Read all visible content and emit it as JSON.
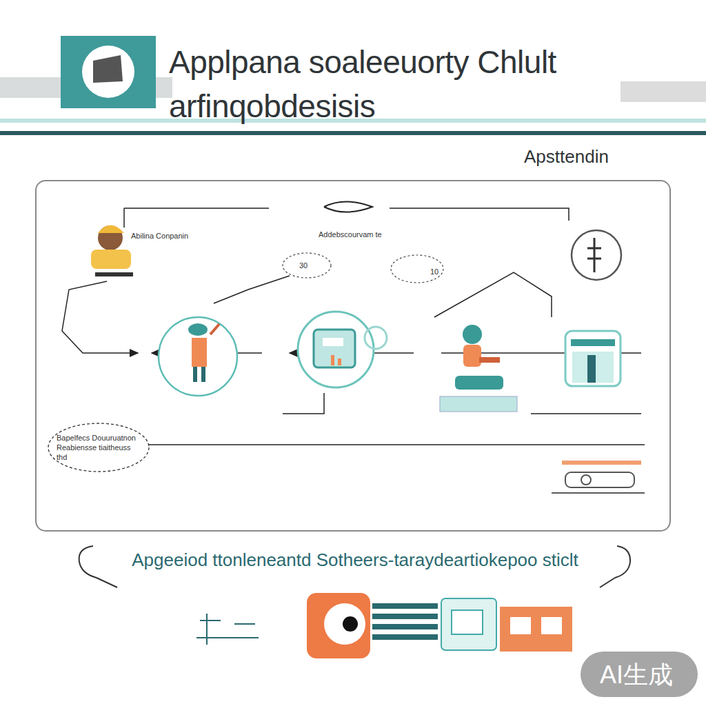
{
  "diagram": {
    "title": "Applpana soaleeuorty Chlult arfinqobdesisis",
    "caption": "Apgeeiod ttonleneantd Sotheers-taraydeartiokepoo sticlt",
    "nodes": [
      {
        "text": [
          "Bapelfecs Douuruatnon Reabiensse tiaitheuss thd"
        ]
      }
    ],
    "labels": [
      "Apsttendin",
      "Abilina Conpanin",
      "Addebscourvam te",
      "30",
      "10",
      "AI生成"
    ]
  }
}
